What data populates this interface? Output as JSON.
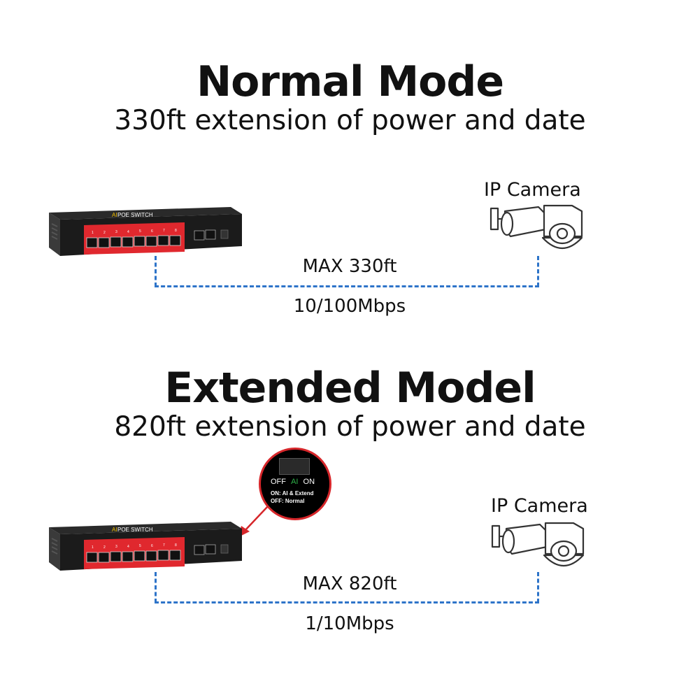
{
  "normal": {
    "title": "Normal Mode",
    "subtitle": "330ft extension of power and date",
    "camera_label": "IP Camera",
    "distance_label": "MAX 330ft",
    "speed_label": "10/100Mbps"
  },
  "extended": {
    "title": "Extended Model",
    "subtitle": "820ft extension of power and date",
    "camera_label": "IP Camera",
    "distance_label": "MAX 820ft",
    "speed_label": "1/10Mbps"
  },
  "switch": {
    "brand": "POE SWITCH",
    "ai_mark": "AI",
    "port_numbers": [
      "1",
      "2",
      "3",
      "4",
      "5",
      "6",
      "7",
      "8"
    ]
  },
  "callout": {
    "off_label": "OFF",
    "ai_label": "AI",
    "on_label": "ON",
    "line1": "ON: AI & Extend",
    "line2": "OFF: Normal"
  },
  "colors": {
    "dashed_line": "#2e74c9",
    "port_panel": "#e0282e",
    "callout_arrow": "#d6262a",
    "ai_green": "#2fb34a"
  }
}
